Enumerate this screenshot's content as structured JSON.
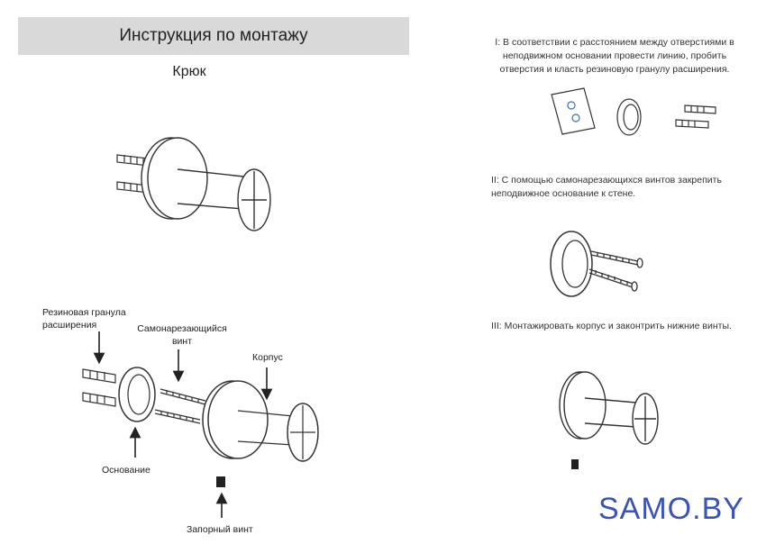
{
  "header": {
    "title": "Инструкция по монтажу"
  },
  "subtitle": "Крюк",
  "steps": [
    {
      "text": "I: В соответствии с расстоянием между отверстиями в неподвижном основании провести линию, пробить отверстия и класть резиновую гранулу расширения."
    },
    {
      "text": "II: С помощью самонарезающихся винтов закрепить неподвижное основание к стене."
    },
    {
      "text": "III: Монтажировать корпус и законтрить нижние винты."
    }
  ],
  "labels": {
    "rubber_granule": "Резиновая гранула расширения",
    "self_tapping_screw": "Самонарезающийся винт",
    "body": "Корпус",
    "base": "Основание",
    "lock_screw": "Запорный винт"
  },
  "brand": {
    "name": "SAMO.BY",
    "color": "#3a53b4"
  }
}
